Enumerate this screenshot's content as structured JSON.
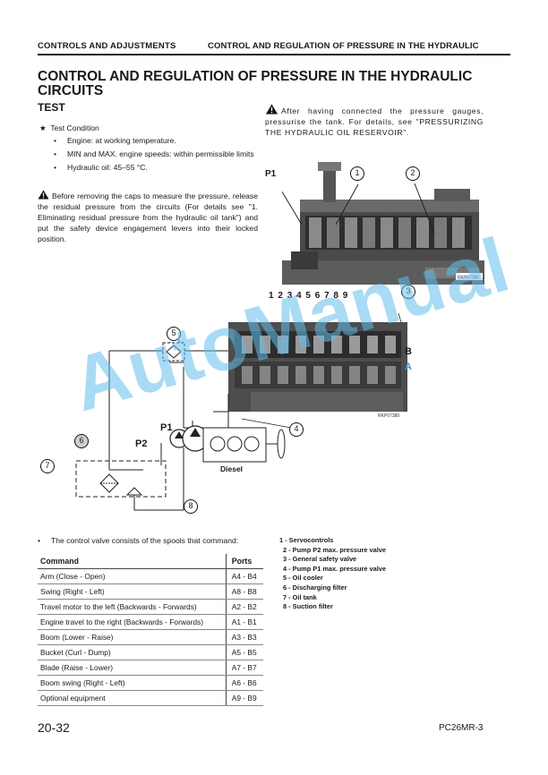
{
  "header": {
    "left": "CONTROLS AND ADJUSTMENTS",
    "right": "CONTROL AND REGULATION OF PRESSURE IN THE HYDRAULIC"
  },
  "title": "CONTROL AND REGULATION OF PRESSURE IN THE HYDRAULIC CIRCUITS",
  "subtitle": "TEST",
  "test_condition": {
    "label": "Test Condition",
    "items": [
      "Engine: at working temperature.",
      "MIN and MAX. engine speeds: within permissible limits",
      "Hydraulic oil: 45–55 °C."
    ]
  },
  "warning_left": "Before removing the caps to measure the pressure, release the residual pressure from the circuits (For details see \"1. Eliminating residual pressure from the hydraulic oil tank\") and put the safety device engagement levers into their locked position.",
  "warning_right": "After having connected the pressure gauges, pressurise the tank. For details, see \"PRESSURIZING THE HYDRAULIC OIL RESERVOIR\".",
  "photo_labels": {
    "p1": "P1",
    "c1": "1",
    "c2": "2",
    "code": "RKP07390"
  },
  "diagram_labels": {
    "spools": [
      "1",
      "2",
      "3",
      "4",
      "5",
      "6",
      "7",
      "8",
      "9"
    ],
    "c3": "3",
    "c4": "4",
    "c5": "5",
    "c6": "6",
    "c7": "7",
    "c8": "8",
    "b": "B",
    "a": "A",
    "p1": "P1",
    "p2": "P2",
    "diesel": "Diesel",
    "code": "RKP07380"
  },
  "watermark": "AutoManual",
  "intro": "The control valve consists of the spools that command:",
  "table": {
    "headers": [
      "Command",
      "Ports"
    ],
    "rows": [
      [
        "Arm (Close - Open)",
        "A4 - B4"
      ],
      [
        "Swing (Right - Left)",
        "A8 - B8"
      ],
      [
        "Travel motor to the left (Backwards - Forwards)",
        "A2 - B2"
      ],
      [
        "Engine travel to the right (Backwards - Forwards)",
        "A1 - B1"
      ],
      [
        "Boom (Lower - Raise)",
        "A3 - B3"
      ],
      [
        "Bucket (Curl - Dump)",
        "A5 - B5"
      ],
      [
        "Blade (Raise - Lower)",
        "A7 - B7"
      ],
      [
        "Boom swing (Right - Left)",
        "A6 - B6"
      ],
      [
        "Optional equipment",
        "A9 - B9"
      ]
    ]
  },
  "legend": [
    "1 -   Servocontrols",
    "2 - Pump P2 max. pressure valve",
    "3 - General safety valve",
    "4 - Pump P1 max. pressure valve",
    "5 - Oil cooler",
    "6 - Discharging filter",
    "7 - Oil tank",
    "8 - Suction filter"
  ],
  "footer": {
    "page": "20-32",
    "model": "PC26MR-3"
  },
  "colors": {
    "watermark": "#64bee8",
    "text": "#1a1a1a"
  }
}
